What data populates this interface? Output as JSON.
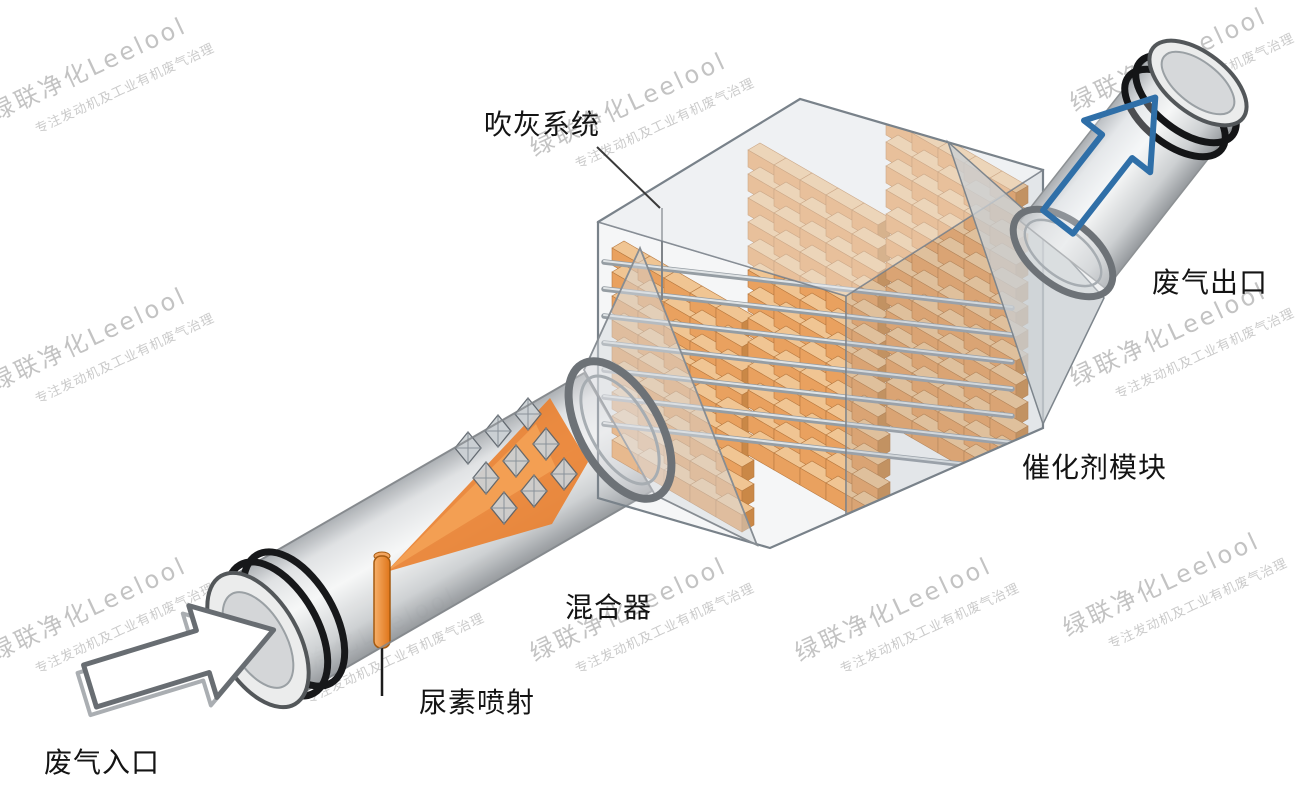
{
  "watermark": {
    "main": "绿联净化Leelool",
    "sub": "专注发动机及工业有机废气治理"
  },
  "labels": {
    "soot_blowing_system": "吹灰系统",
    "exhaust_outlet": "废气出口",
    "catalyst_module": "催化剂模块",
    "mixer": "混合器",
    "urea_injection": "尿素喷射",
    "exhaust_inlet": "废气入口"
  },
  "colors": {
    "catalyst_orange": "#f0923d",
    "catalyst_top": "#f9c07f",
    "catalyst_side": "#c8731e",
    "spray_orange": "#ea7f2e",
    "arrow_blue": "#2f6fa8",
    "housing_gray": "#cdd2d6",
    "pipe_gray": "#d9dbdd",
    "watermark_gray": "#a5a5a5"
  }
}
